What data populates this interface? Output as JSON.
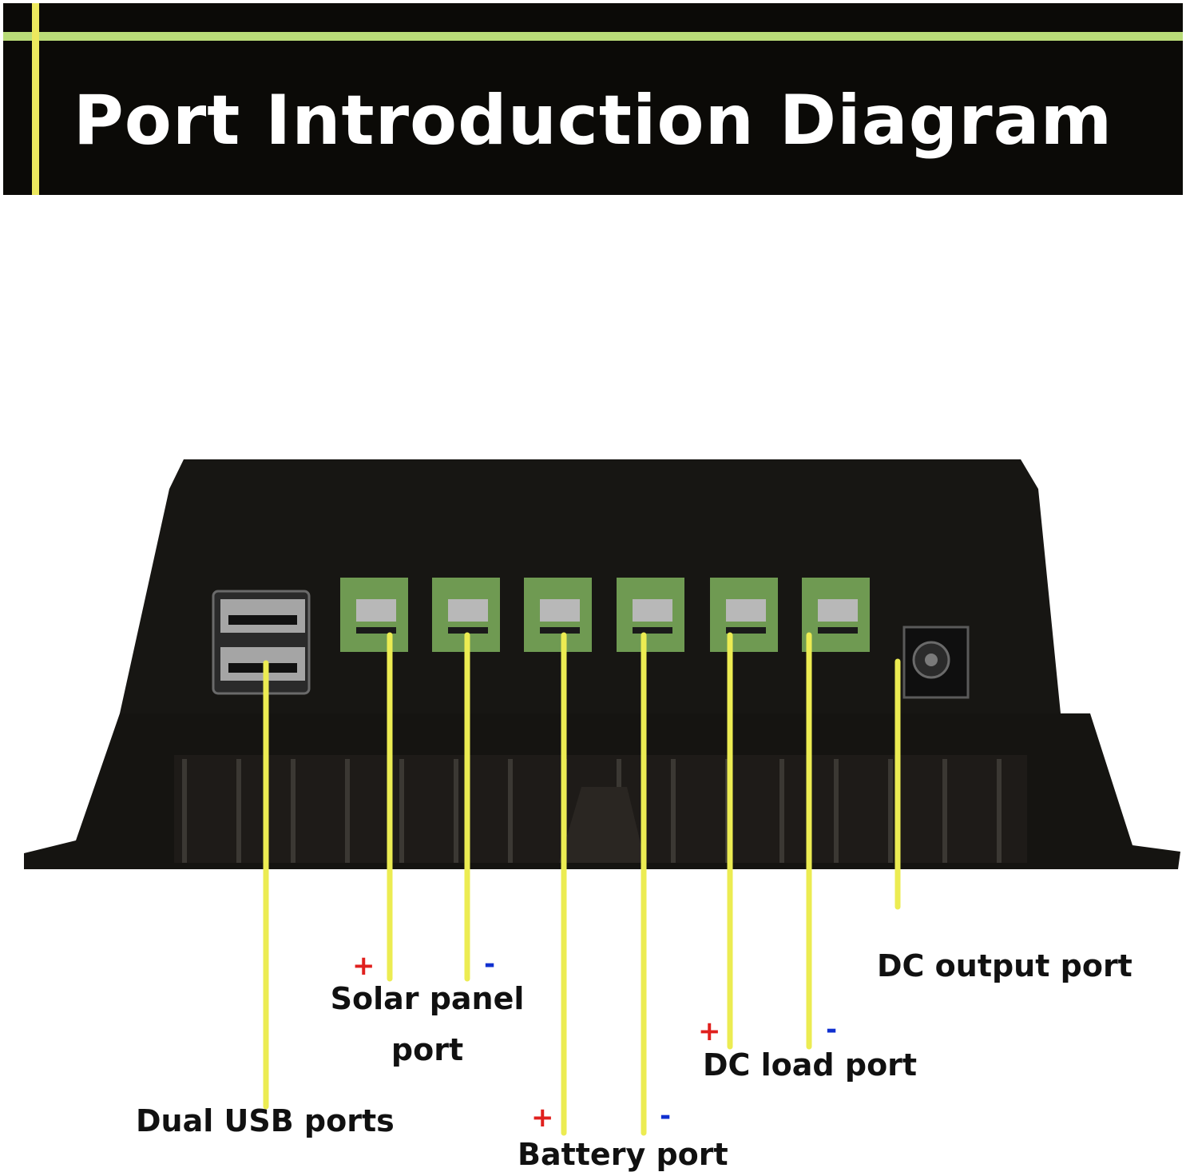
{
  "title": "Port Introduction Diagram",
  "labels": {
    "usb": "Dual USB ports",
    "solar_line1": "Solar panel",
    "solar_line2": "port",
    "battery": "Battery port",
    "dc_load": "DC load port",
    "dc_output": "DC output port"
  },
  "polarity": {
    "plus": "+",
    "minus": "-"
  },
  "colors": {
    "banner_bg": "#0b0a07",
    "banner_green": "#b9dc78",
    "banner_yellow": "#ece85e",
    "device_body": "#151411",
    "terminal_green": "#6f9a52",
    "leader_line": "#ecec52",
    "plus": "#e0201e",
    "minus": "#1030d0"
  }
}
